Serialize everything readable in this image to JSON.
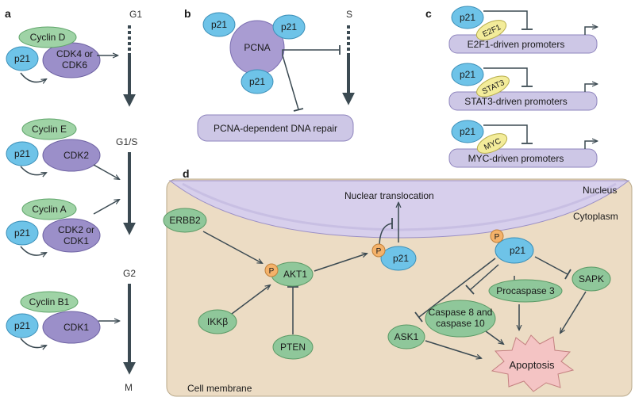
{
  "panels": {
    "a": "a",
    "b": "b",
    "c": "c",
    "d": "d"
  },
  "colors": {
    "p21": "#6ec3e8",
    "cyclin": "#9fd3a6",
    "cdk": "#9b8fc9",
    "pcna": "#a99cd2",
    "promoter": "#cdc7e6",
    "factor": "#f3ec9a",
    "green_node": "#8fc79a",
    "phospho": "#f4b26a",
    "cytoplasm": "#ecdcc4",
    "nucleus": "#cfc6ea",
    "apoptosis": "#f4c4c4",
    "arrow": "#3b4a52"
  },
  "panel_a": {
    "phases": [
      "G1",
      "G1/S",
      "G2",
      "M"
    ],
    "complexes": [
      {
        "cyclin": "Cyclin D",
        "p21": "p21",
        "cdk": [
          "CDK4 or",
          "CDK6"
        ]
      },
      {
        "cyclin": "Cyclin E",
        "p21": "p21",
        "cdk": [
          "CDK2"
        ]
      },
      {
        "cyclin": "Cyclin A",
        "p21": "p21",
        "cdk": [
          "CDK2 or",
          "CDK1"
        ]
      },
      {
        "cyclin": "Cyclin B1",
        "p21": "p21",
        "cdk": [
          "CDK1"
        ]
      }
    ]
  },
  "panel_b": {
    "phase": "S",
    "pcna": "PCNA",
    "p21": "p21",
    "repair": "PCNA-dependent DNA repair"
  },
  "panel_c": {
    "rows": [
      {
        "p21": "p21",
        "factor": "E2F1",
        "promoter": "E2F1-driven promoters"
      },
      {
        "p21": "p21",
        "factor": "STAT3",
        "promoter": "STAT3-driven promoters"
      },
      {
        "p21": "p21",
        "factor": "MYC",
        "promoter": "MYC-driven promoters"
      }
    ]
  },
  "panel_d": {
    "nucleus": "Nucleus",
    "cytoplasm": "Cytoplasm",
    "membrane": "Cell membrane",
    "translocation": "Nuclear translocation",
    "phospho": "P",
    "nodes": {
      "erbb2": "ERBB2",
      "akt1": "AKT1",
      "ikkb": "IKKβ",
      "pten": "PTEN",
      "p21_mid": "p21",
      "p21_right": "p21",
      "procaspase": "Procaspase 3",
      "caspase": [
        "Caspase 8 and",
        "caspase 10"
      ],
      "sapk": "SAPK",
      "ask1": "ASK1",
      "apoptosis": "Apoptosis"
    }
  }
}
